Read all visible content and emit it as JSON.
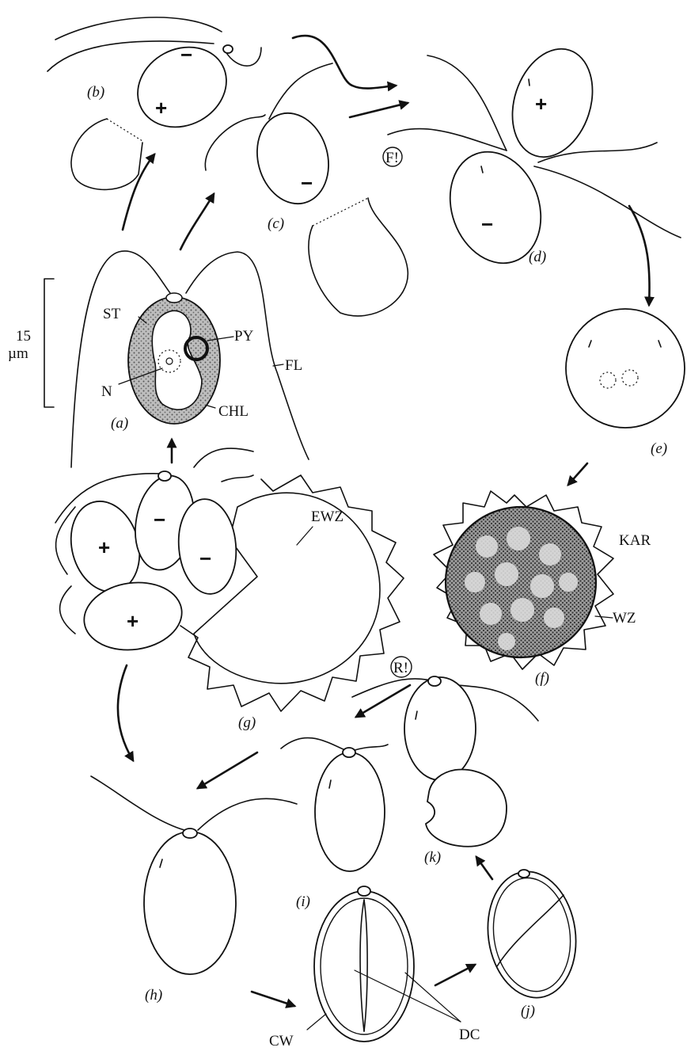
{
  "panels": {
    "a": "(a)",
    "b": "(b)",
    "c": "(c)",
    "d": "(d)",
    "e": "(e)",
    "f": "(f)",
    "g": "(g)",
    "h": "(h)",
    "i": "(i)",
    "j": "(j)",
    "k": "(k)"
  },
  "labels": {
    "ST": "ST",
    "PY": "PY",
    "N": "N",
    "FL": "FL",
    "CHL": "CHL",
    "EWZ": "EWZ",
    "KAR": "KAR",
    "WZ": "WZ",
    "CW": "CW",
    "DC": "DC",
    "F": "F!",
    "R": "R!"
  },
  "scale_bar": {
    "value": "15",
    "unit": "µm"
  },
  "signs": {
    "plus": "+",
    "minus": "−"
  }
}
